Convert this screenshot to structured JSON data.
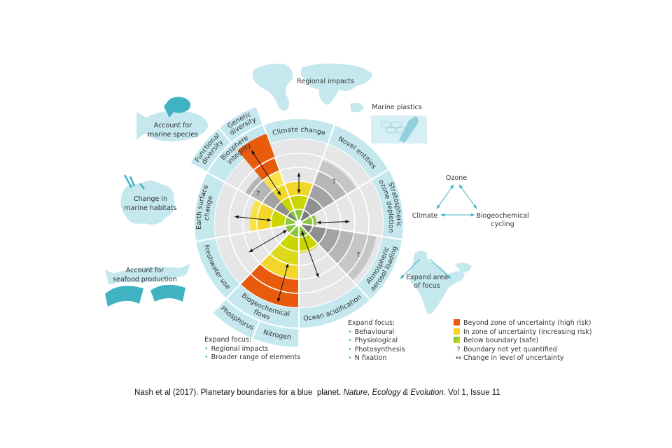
{
  "boundaries": [
    {
      "id": "climate-change",
      "lines": [
        "Climate change"
      ]
    },
    {
      "id": "novel-entities",
      "lines": [
        "Novel entities"
      ]
    },
    {
      "id": "ozone-depletion",
      "lines": [
        "Stratospheric",
        "ozone depletion"
      ]
    },
    {
      "id": "aerosol-loading",
      "lines": [
        "Atmospheric",
        "aerosol loading"
      ]
    },
    {
      "id": "ocean-acidification",
      "lines": [
        "Ocean acidification"
      ]
    },
    {
      "id": "biogeochemical-flows",
      "lines": [
        "Biogeochemical",
        "flows"
      ]
    },
    {
      "id": "freshwater-use",
      "lines": [
        "Freshwater use"
      ]
    },
    {
      "id": "earth-surface-change",
      "lines": [
        "Earth surface",
        "change"
      ]
    },
    {
      "id": "biosphere-integrity",
      "lines": [
        "Biosphere",
        "integrity"
      ]
    }
  ],
  "tabs": {
    "functional": [
      "Functional",
      "diversity"
    ],
    "genetic": [
      "Genetic",
      "diversity"
    ],
    "phosphorus": "Phosphorus",
    "nitrogen": "Nitrogen"
  },
  "unknown_mark": "?",
  "callouts": {
    "regional": "Regional impacts",
    "plastics": "Marine plastics",
    "species": [
      "Account for",
      "marine species"
    ],
    "habitats": [
      "Change in",
      "marine habitats"
    ],
    "seafood": [
      "Account for",
      "seafood production"
    ],
    "area": [
      "Expand area",
      "of focus"
    ]
  },
  "triangle": {
    "ozone": "Ozone",
    "climate": "Climate",
    "bio": [
      "Biogeochemical",
      "cycling"
    ]
  },
  "focus_left": {
    "title": "Expand focus:",
    "items": [
      "Regional impacts",
      "Broader range of elements"
    ]
  },
  "focus_mid": {
    "title": "Expand focus:",
    "items": [
      "Behavioural",
      "Physiological",
      "Photosynthesis",
      "N fixation"
    ]
  },
  "legend": [
    {
      "label": "Beyond zone of uncertainty (high risk)",
      "color": "#e85a0c"
    },
    {
      "label": "In zone of uncertainty (increasing risk)",
      "color": "#f5d327"
    },
    {
      "label": "Below boundary (safe)",
      "color": "#8cc63f"
    },
    {
      "label": "Boundary not yet quantified",
      "symbol": "?"
    },
    {
      "label": "Change in level of uncertainty",
      "symbol": "↔"
    }
  ],
  "citation": {
    "pre": "Nash et al (2017). Planetary boundaries for a blue  planet. ",
    "journal": "Nature, Ecology & Evolution",
    "post": ". Vol 1, Issue 11"
  }
}
